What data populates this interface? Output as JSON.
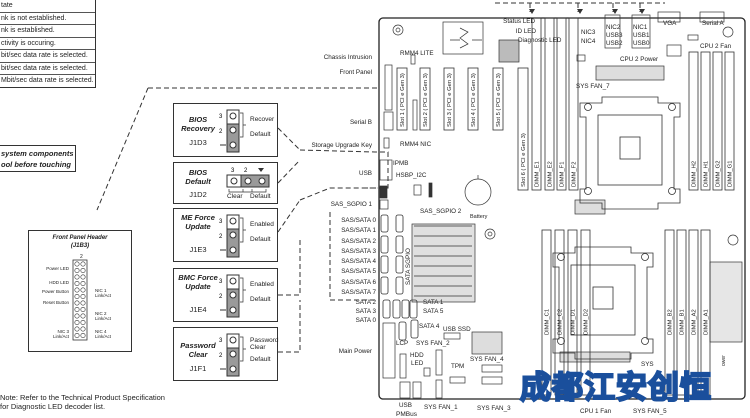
{
  "led_table": {
    "rows": [
      "tate",
      "nk is not established.",
      "nk is established.",
      "ctivity is occuring.",
      "bit/sec data rate is selected.",
      "bit/sec data rate is selected.",
      "Mbit/sec data rate is selected."
    ]
  },
  "warning": {
    "line1": "system components",
    "line2": "ool before touching"
  },
  "note": {
    "line1": "Note: Refer to the Technical Product Specification",
    "line2": "for Diagnostic LED decoder list."
  },
  "front_panel_header": {
    "title": "Front Panel Header",
    "id": "(J1B3)",
    "left_labels": [
      "Power LED",
      "HDD LED",
      "Power Button",
      "Reset Button",
      "NIC 3 Link/Act"
    ],
    "right_labels": [
      "NIC 1 Link/Act",
      "NIC 2 Link/Act",
      "NIC 4 Link/Act"
    ],
    "pin_numbers": [
      "1",
      "2"
    ]
  },
  "jumpers": [
    {
      "name": "BIOS Recovery",
      "id": "J1D3",
      "labels": [
        "Recover",
        "Default"
      ],
      "pins": [
        "3",
        "2"
      ]
    },
    {
      "name": "BIOS Default",
      "id": "J1D2",
      "labels": [
        "Clear",
        "Default"
      ],
      "pins": [
        "3",
        "2"
      ]
    },
    {
      "name": "ME Force Update",
      "id": "J1E3",
      "labels": [
        "Enabled",
        "Default"
      ],
      "pins": [
        "3",
        "2"
      ]
    },
    {
      "name": "BMC Force Update",
      "id": "J1E4",
      "labels": [
        "Enabled",
        "Default"
      ],
      "pins": [
        "3",
        "2"
      ]
    },
    {
      "name": "Password Clear",
      "id": "J1F1",
      "labels": [
        "Password Clear",
        "Default"
      ],
      "pins": [
        "3",
        "2"
      ]
    }
  ],
  "board": {
    "top_labels": {
      "status_led": "Status LED",
      "id_led": "ID LED",
      "diag_led": "Diagnostic LED",
      "nic34": [
        "NIC3",
        "NIC4"
      ],
      "nic2": [
        "NIC2",
        "USB3",
        "USB2"
      ],
      "nic1": [
        "NIC1",
        "USB1",
        "USB0"
      ],
      "vga": "VGA",
      "serial_a": "Serial A",
      "cpu2_fan": "CPU 2 Fan",
      "cpu2_power": "CPU 2 Power",
      "sys_fan7": "SYS FAN_7"
    },
    "left_labels": {
      "chassis": "Chassis Intrusion",
      "front_panel": "Front Panel",
      "serial_b": "Serial B",
      "storage_key": "Storage Upgrade Key",
      "usb": "USB",
      "sas_sgpio1": "SAS_SGPIO 1",
      "main_power": "Main Power"
    },
    "sas_sata": [
      "SAS/SATA 0",
      "SAS/SATA 1",
      "SAS/SATA 2",
      "SAS/SATA 3",
      "SAS/SATA 4",
      "SAS/SATA 5",
      "SAS/SATA 6",
      "SAS/SATA 7"
    ],
    "sata_left": [
      "SATA 2",
      "SATA 3",
      "SATA 0"
    ],
    "inner": {
      "rmm4_lite": "RMM4 LITE",
      "rmm4_nic": "RMM4 NIC",
      "ipmb": "IPMB",
      "hsbp": "HSBP_I2C",
      "sas_sgpio2": "SAS_SGPIO 2",
      "battery": "Battery",
      "sata_sgpio": "SATA SGPIO",
      "sata1": "SATA 1",
      "sata5": "SATA 5",
      "sata4": "SATA 4",
      "usb_ssd": "USB SSD",
      "lcp": "LCP",
      "hdd_led": [
        "HDD",
        "LED"
      ],
      "sys_fan2": "SYS FAN_2",
      "tpm": "TPM",
      "sys_fan4": "SYS FAN_4",
      "sys": "SYS"
    },
    "bottom_labels": {
      "usb": "USB",
      "pmbus": "PMBus",
      "sys_fan1": "SYS FAN_1",
      "sys_fan3": "SYS FAN_3",
      "cpu1_fan": "CPU 1 Fan",
      "sys_fan5": "SYS FAN_5",
      "power": "ower"
    },
    "pcie_slots": [
      "Slot 1 ( PCI e Gen 3)",
      "Slot 2 ( PCI e Gen 3)",
      "Slot 3 ( PCI e Gen 3)",
      "Slot 4 ( PCI e Gen 3)",
      "Slot 5 ( PCI e Gen 3)",
      "Slot 6 ( PCI e Gen 3)"
    ],
    "dimms_top_left": [
      "DIMM_E1",
      "DIMM_E2",
      "DIMM_F1",
      "DIMM_F2"
    ],
    "dimms_top_right": [
      "DIMM_H2",
      "DIMM_H1",
      "DIMM_G2",
      "DIMM_G1"
    ],
    "dimms_bottom_left": [
      "DIMM_C1",
      "DIMM_C2",
      "DIMM_D1",
      "DIMM_D2"
    ],
    "dimms_bottom_right": [
      "DIMM_B2",
      "DIMM_B1",
      "DIMM_A2",
      "DIMM_A1"
    ]
  },
  "watermark": "成都江安创恒",
  "colors": {
    "line": "#333333",
    "jumper_fill": "#9a9a9a",
    "watermark": "#1a4f9c"
  }
}
